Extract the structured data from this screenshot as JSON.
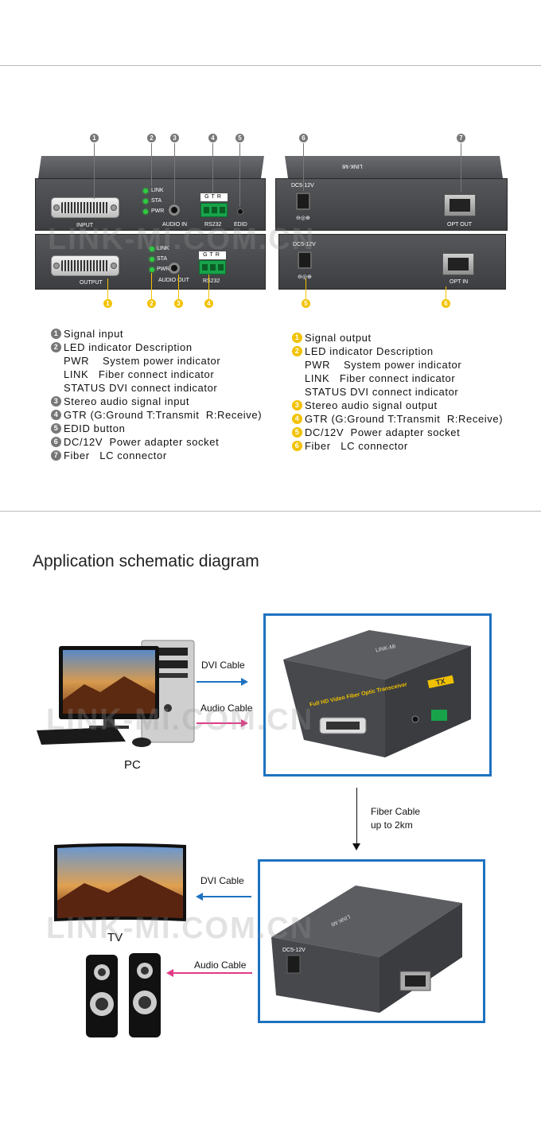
{
  "panel_labels": {
    "input": "INPUT",
    "output": "OUTPUT",
    "led_link": "LINK",
    "led_sta": "STA",
    "led_pwr": "PWR",
    "audio_in": "AUDIO IN",
    "audio_out": "AUDIO OUT",
    "gtr": "GTR",
    "rs232": "RS232",
    "edid": "EDID",
    "dc": "DC5-12V",
    "opt_out": "OPT OUT",
    "opt_in": "OPT IN",
    "brand": "LINK-MI"
  },
  "tx_callouts": [
    "1",
    "2",
    "3",
    "4",
    "5"
  ],
  "rx_callouts": [
    "1",
    "2",
    "3",
    "4"
  ],
  "rear_top_callouts": [
    "6",
    "7"
  ],
  "rear_bottom_callouts": [
    "5",
    "6"
  ],
  "watermark": "LINK-MI.COM.CN",
  "legend_left": [
    {
      "n": "1",
      "text": "Signal input"
    },
    {
      "n": "2",
      "text": "LED indicator Description"
    },
    {
      "n": "",
      "text": "PWR    System power indicator"
    },
    {
      "n": "",
      "text": "LINK   Fiber connect indicator"
    },
    {
      "n": "",
      "text": "STATUS DVI connect indicator"
    },
    {
      "n": "3",
      "text": "Stereo audio signal input"
    },
    {
      "n": "4",
      "text": "GTR (G:Ground T:Transmit  R:Receive)"
    },
    {
      "n": "5",
      "text": "EDID button"
    },
    {
      "n": "6",
      "text": "DC/12V  Power adapter socket"
    },
    {
      "n": "7",
      "text": "Fiber   LC connector"
    }
  ],
  "legend_right": [
    {
      "n": "1",
      "text": "Signal output"
    },
    {
      "n": "2",
      "text": "LED indicator Description"
    },
    {
      "n": "",
      "text": "PWR    System power indicator"
    },
    {
      "n": "",
      "text": "LINK   Fiber connect indicator"
    },
    {
      "n": "",
      "text": "STATUS DVI connect indicator"
    },
    {
      "n": "3",
      "text": "Stereo audio signal output"
    },
    {
      "n": "4",
      "text": "GTR (G:Ground T:Transmit  R:Receive)"
    },
    {
      "n": "5",
      "text": "DC/12V  Power adapter socket"
    },
    {
      "n": "6",
      "text": "Fiber   LC connector"
    }
  ],
  "application": {
    "title": "Application schematic diagram",
    "dvi_cable": "DVI Cable",
    "audio_cable": "Audio Cable",
    "pc": "PC",
    "tv": "TV",
    "fiber_cable": "Fiber Cable",
    "fiber_distance": "up to 2km",
    "tx_tag": "TX",
    "tx_caption": "Full HD Video Fiber Optic Transceiver"
  },
  "colors": {
    "frame": "#1e72c0",
    "dvi_arrow": "#1e72c0",
    "audio_arrow": "#e23a86",
    "callout_tx": "#777777",
    "callout_rx": "#f2c200",
    "led": "#2ecc40"
  }
}
